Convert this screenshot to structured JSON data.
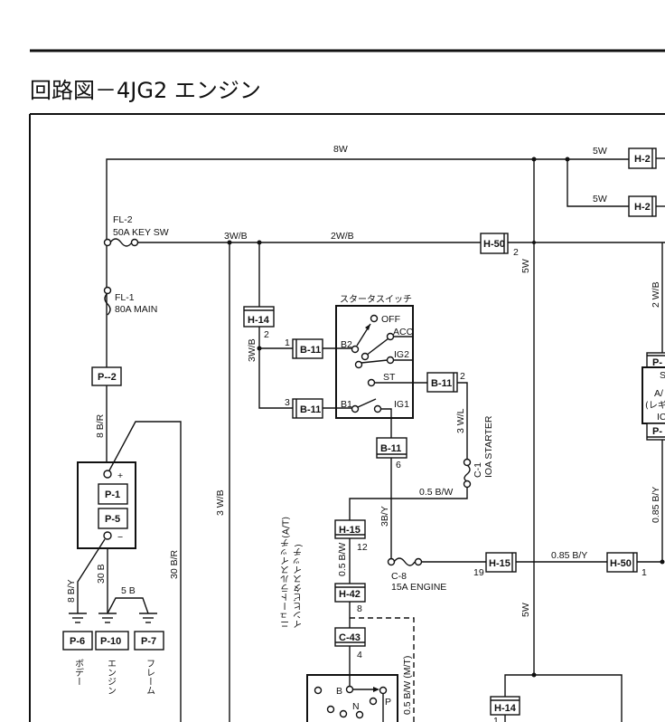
{
  "page": {
    "title": "回路図－4JG2 エンジン"
  },
  "wires": {
    "top_main": "8W",
    "top_branch_1": "5W",
    "top_branch_2": "5W",
    "keysw_line": "3W/B",
    "mid_line": "2W/B",
    "vertical_5w_upper": "5W",
    "vertical_5w_lower": "5W",
    "h14_down": "3W/B",
    "left_long": "3 W/B",
    "battery_pos": "8 B/R",
    "battery_loop": "30 B/R",
    "ground_body": "8 B/Y",
    "ground_engine": "30 B",
    "ground_frame": "5 B",
    "starter_wire": "3 W/L",
    "bw_line": "0.5 B/W",
    "b11_down": "3B/Y",
    "h15_h42": "0.5 B/W",
    "engine_fuse_line": "0.85 B/Y",
    "right_upper": "2 W/B",
    "right_lower": "0.85 B/Y",
    "mt_dashed": "0.5 B/W (M/T)"
  },
  "fuses": {
    "fl2_name": "FL-2",
    "fl2_rating": "50A KEY SW",
    "fl1_name": "FL-1",
    "fl1_rating": "80A MAIN",
    "c1_name": "C-1",
    "c1_rating": "IOA STARTER",
    "c8_name": "C-8",
    "c8_rating": "15A ENGINE"
  },
  "connectors": {
    "h2_a": "H-2",
    "h2_b": "H-2",
    "h50_top": "H-50",
    "h50_top_pin": "2",
    "h14_top": "H-14",
    "h14_top_pin": "2",
    "b11_1": "B-11",
    "b11_1_pin": "1",
    "b11_3": "B-11",
    "b11_3_pin": "3",
    "b11_2": "B-11",
    "b11_2_pin": "2",
    "b11_6": "B-11",
    "b11_6_pin": "6",
    "p2": "P--2",
    "p1": "P-1",
    "p5": "P-5",
    "p6": "P-6",
    "p10": "P-10",
    "p7": "P-7",
    "h15_a": "H-15",
    "h15_a_pin": "12",
    "h42": "H-42",
    "h42_pin": "8",
    "c43": "C-43",
    "c43_pin": "4",
    "h15_b": "H-15",
    "h15_b_pin": "19",
    "h50_b": "H-50",
    "h50_b_pin": "1",
    "h14_b": "H-14",
    "h14_b_pin": "1",
    "p_right_top": "P-",
    "p_right_bottom": "P-"
  },
  "starter_switch": {
    "title": "スタータスイッチ",
    "off": "OFF",
    "acc": "ACC",
    "ig2": "IG2",
    "st": "ST",
    "ig1": "IG1",
    "b2": "B2",
    "b1": "B1"
  },
  "battery": {
    "plus": "+",
    "minus": "−"
  },
  "grounds": {
    "body": "ボデー",
    "engine": "エンジン",
    "frame": "フレーム"
  },
  "neutral_switch": {
    "label_1": "ニュートラルスイッチ(A/T)",
    "label_2": "インヒビタスイッチ)",
    "b": "B",
    "n": "N",
    "p": "P"
  },
  "regulator": {
    "line1": "S",
    "line2": "A/",
    "line3": "(レギ",
    "line4": "IC"
  }
}
